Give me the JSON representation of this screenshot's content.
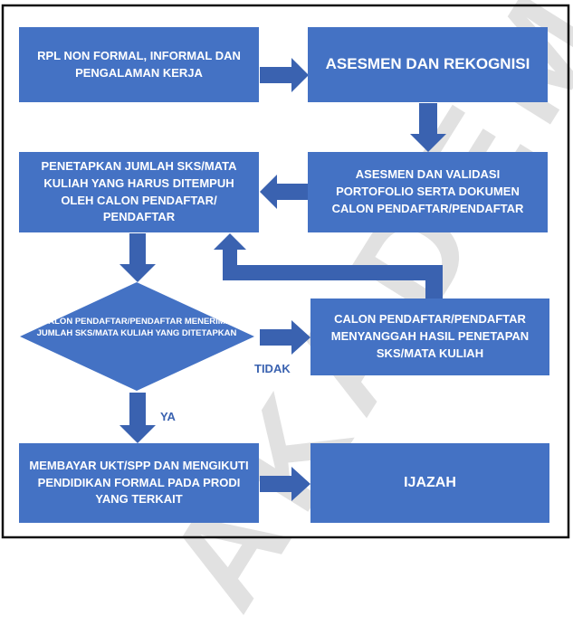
{
  "watermark": "AKADEMIK",
  "colors": {
    "box": "#4472c4",
    "arrow": "#3a62b0",
    "label": "#3a62b0"
  },
  "nodes": {
    "rpl": "RPL NON FORMAL, INFORMAL DAN PENGALAMAN KERJA",
    "asesmen_rekognisi": "ASESMEN DAN REKOGNISI",
    "asesmen_validasi": "ASESMEN DAN VALIDASI PORTOFOLIO SERTA DOKUMEN CALON PENDAFTAR/PENDAFTAR",
    "penetapan": "PENETAPKAN JUMLAH SKS/MATA KULIAH YANG HARUS DITEMPUH OLEH CALON PENDAFTAR/ PENDAFTAR",
    "decision": "CALON PENDAFTAR/PENDAFTAR MENERIMA JUMLAH SKS/MATA KULIAH YANG DITETAPKAN",
    "sanggah": "CALON PENDAFTAR/PENDAFTAR MENYANGGAH HASIL PENETAPAN SKS/MATA KULIAH",
    "bayar": "MEMBAYAR UKT/SPP DAN MENGIKUTI PENDIDIKAN FORMAL PADA PRODI YANG TERKAIT",
    "ijazah": "IJAZAH"
  },
  "edge_labels": {
    "no": "TIDAK",
    "yes": "YA"
  }
}
